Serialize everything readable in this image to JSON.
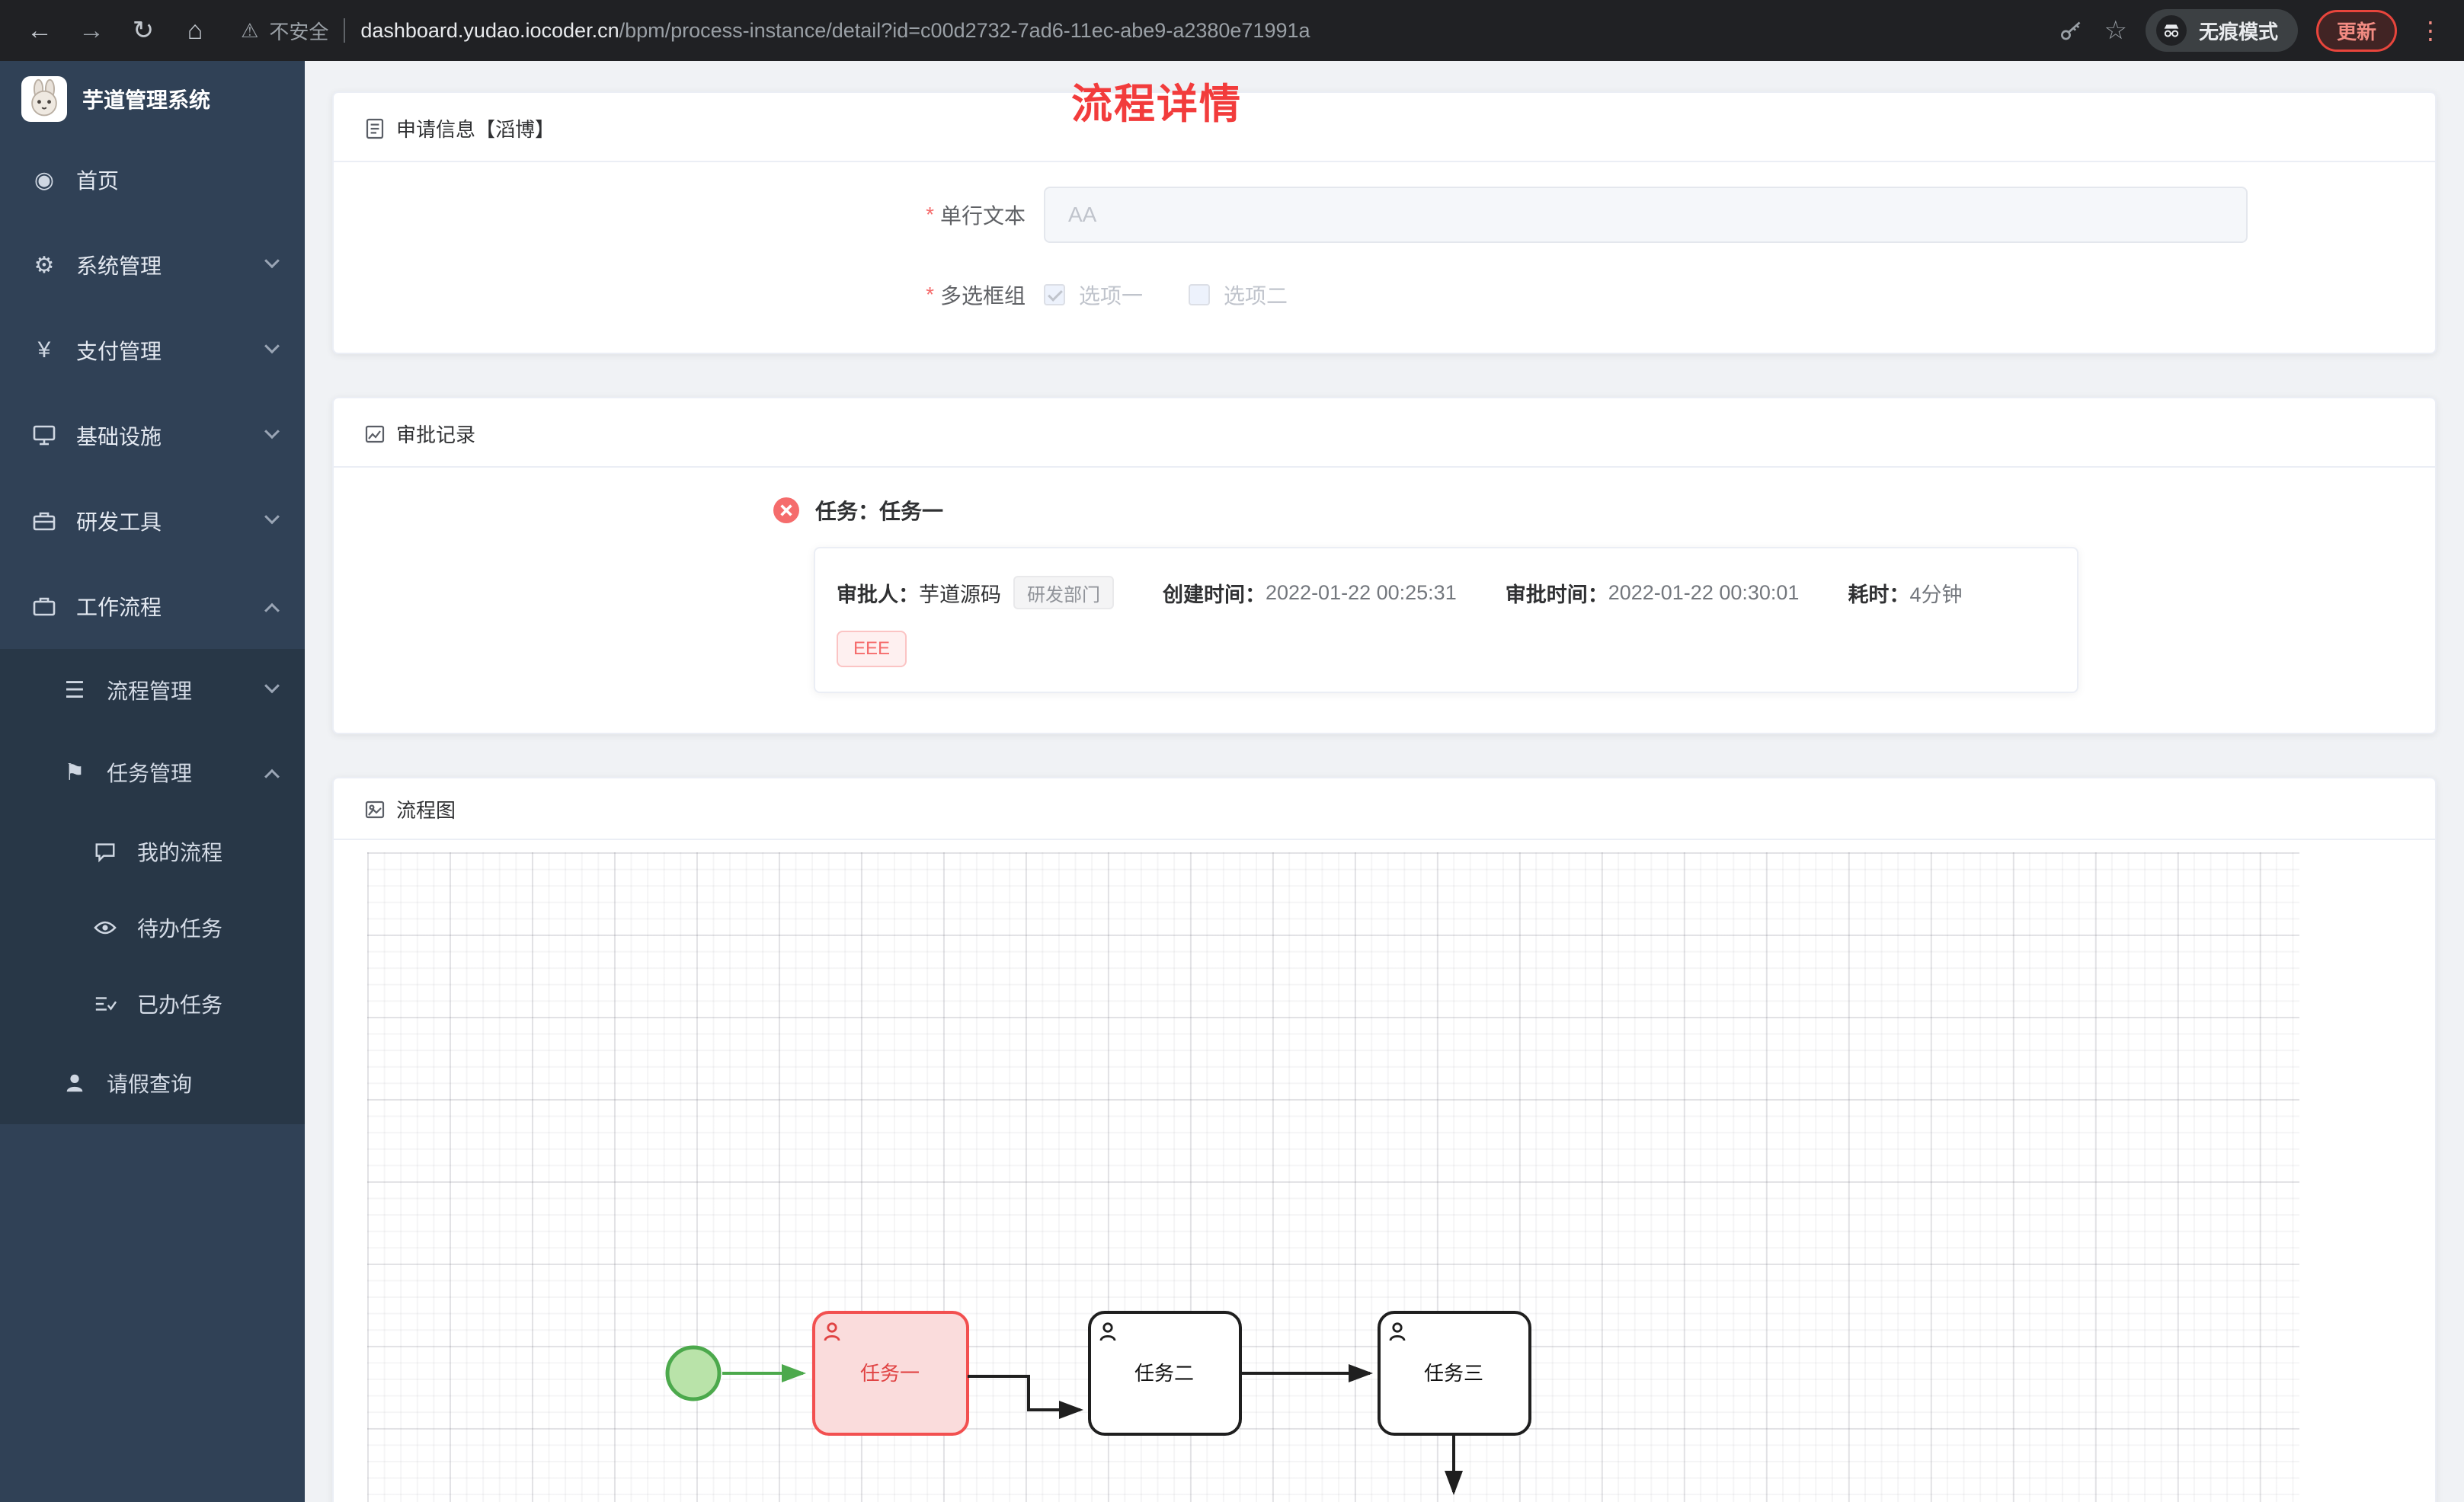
{
  "colors": {
    "accent_red": "#f23c3c",
    "sidebar_bg": "#304156",
    "chrome_bg": "#202124",
    "task_highlight_fill": "#fadcdc",
    "task_highlight_border": "#f25050",
    "start_event_green": "#4ca94c",
    "tag_danger_text": "#f56c6c"
  },
  "browser": {
    "icons": {
      "back": "←",
      "forward": "→",
      "reload": "↻",
      "home": "⌂",
      "warning": "⚠",
      "star": "☆",
      "menu_dots": "⋮"
    },
    "security_label": "不安全",
    "url_domain": "dashboard.yudao.iocoder.cn",
    "url_path": "/bpm/process-instance/detail?id=c00d2732-7ad6-11ec-abe9-a2380e71991a",
    "incognito_label": "无痕模式",
    "update_label": "更新"
  },
  "sidebar": {
    "app_title": "芋道管理系统",
    "icons": {
      "dashboard": "◉",
      "gear": "⚙",
      "yen": "¥",
      "list": "☰",
      "flag": "⚑"
    },
    "items": [
      {
        "label": "首页"
      },
      {
        "label": "系统管理",
        "chevron": "down"
      },
      {
        "label": "支付管理",
        "chevron": "down"
      },
      {
        "label": "基础设施",
        "chevron": "down"
      },
      {
        "label": "研发工具",
        "chevron": "down"
      },
      {
        "label": "工作流程",
        "chevron": "up"
      },
      {
        "label": "流程管理",
        "chevron": "down"
      },
      {
        "label": "任务管理",
        "chevron": "up"
      },
      {
        "label": "我的流程"
      },
      {
        "label": "待办任务"
      },
      {
        "label": "已办任务"
      },
      {
        "label": "请假查询"
      }
    ]
  },
  "page": {
    "title": "流程详情"
  },
  "apply_card": {
    "title": "申请信息【滔博】",
    "text_field": {
      "label": "单行文本",
      "value": "AA",
      "required": true
    },
    "checkbox_field": {
      "label": "多选框组",
      "required": true,
      "options": [
        {
          "label": "选项一",
          "checked": true
        },
        {
          "label": "选项二",
          "checked": false
        }
      ]
    }
  },
  "approval_card": {
    "title": "审批记录",
    "task_title": "任务：任务一",
    "approver_label": "审批人：",
    "approver_name": "芋道源码",
    "dept_tag": "研发部门",
    "create_label": "创建时间：",
    "create_time": "2022-01-22 00:25:31",
    "approve_label": "审批时间：",
    "approve_time": "2022-01-22 00:30:01",
    "duration_label": "耗时：",
    "duration": "4分钟",
    "comment_tag": "EEE"
  },
  "flow_card": {
    "title": "流程图",
    "tasks": [
      {
        "label": "任务一",
        "state": "current"
      },
      {
        "label": "任务二",
        "state": "pending"
      },
      {
        "label": "任务三",
        "state": "pending"
      }
    ]
  }
}
